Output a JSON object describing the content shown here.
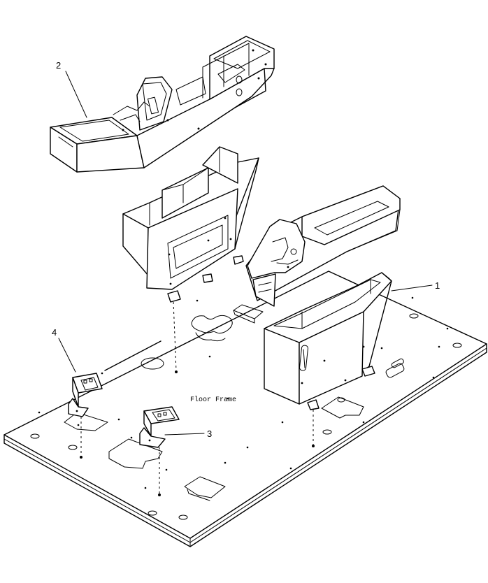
{
  "diagram": {
    "caption": "Floor Frame",
    "callouts": [
      {
        "id": "1",
        "label": "1"
      },
      {
        "id": "2",
        "label": "2"
      },
      {
        "id": "3",
        "label": "3"
      },
      {
        "id": "4",
        "label": "4"
      }
    ]
  }
}
